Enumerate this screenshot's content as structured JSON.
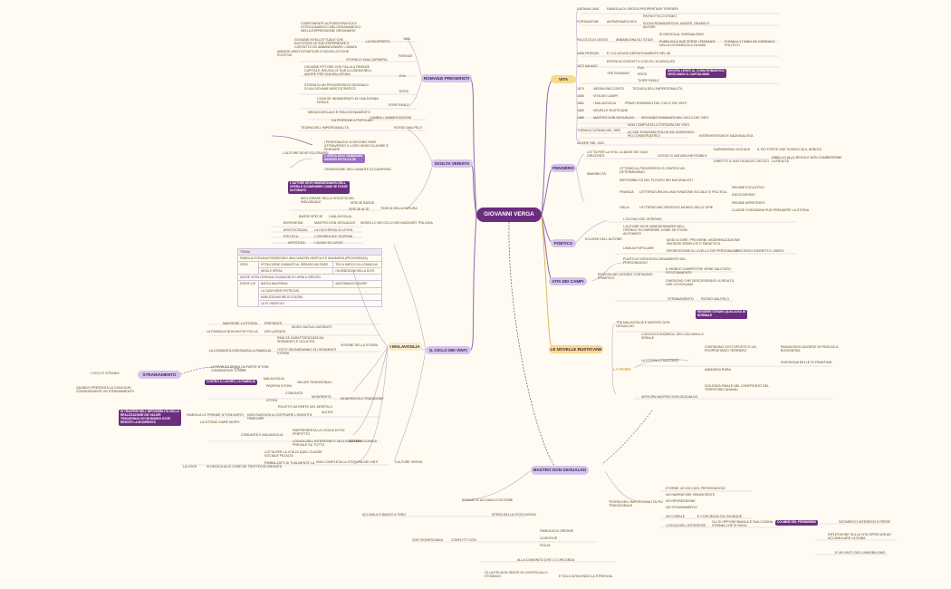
{
  "central": "GIOVANNI VERGA",
  "topics": {
    "vita": "VITA",
    "pensiero": "PENSIERO",
    "poetica": "POETICA",
    "vita_dei_campi": "VITA DEI CAMPI",
    "novelle_rusticane": "LE NOVELLE RUSTICANE",
    "la_roba": "LA ROBA",
    "mastro": "MASTRO DON GESUALDO",
    "romanzi": "ROMANZI PREVERISTI",
    "svolta": "SVOLTA VERISTA",
    "ciclo": "IL CICLO DEI VINTI",
    "malavoglia": "I MALAVOGLIA",
    "straniamento": "STRANIAMENTO"
  },
  "vita": {
    "catania": "CATANIA 1840",
    "famiglia": "FAMIGLIA DI GROSSI PROPRIETARI TERRIERI",
    "formazione": "FORMAZIONE",
    "antimonarchica": "ANTIMONARCHICA",
    "patriottico": "PATRIOTTICO ETNEO",
    "sogni": "SOGNI ROMANZESCHI, AMORE, GRANDI E\nAUTORI",
    "facolta": "FACOLTÀ DI LEGGE",
    "abbandona": "ABBANDONA GLI STUDI",
    "giornalismo": "SI DEDICA AL GIORNALISMO",
    "pubblica": "PUBBLICA A SUE SPESE I ROMANZI\nDELLA GIOVINEZZA A 16 ANNI",
    "fonda": "FONDA A 17 ANNI UN GIORNALE\nPOLITICO",
    "anni1865": "1865 FIRENZE",
    "capitale": "È COLLEGATA DEFINITIVAMENTE NEL 68",
    "milano1872": "1872 MILANO",
    "entra": "ENTRA IN CONTATTO CON GLI SCAPIGLIATI",
    "eva": "EVA",
    "tre_romanzi": "TRE ROMANZI",
    "eros": "EROS",
    "tigre": "TIGRE REALE",
    "ancora": "ANCORA LEGATI AL CLIMA ROMANTICO,\nCRITICANDO IL CAPITALISMO",
    "a1874": "1874",
    "nedda": "NEDDA RACCONTO",
    "nedda_desc": "TECNICA DELL'IMPERSONALITÀ",
    "a1880": "1880",
    "vita_campi": "VITA DEI CAMPI",
    "a1881": "1881",
    "malavoglia": "I MALAVOGLIA",
    "primo": "PRIMO ROMANZO DEL CICLO DEI VINTI",
    "a1883": "1883",
    "novelle": "NOVELLE RUSTICANE",
    "a1889": "1889",
    "mastro": "MASTRO DON GESUALDO",
    "secondo": "SECONDO ROMANZO DEL CICLO DEI VINTI",
    "torna": "TORNA A CATANIA NEL 1893",
    "completa": "NON COMPLETA LA STESURA DEI VINTI",
    "posizioni": "LE SUE POSIZIONI POLITICHE DIVENTANO\nPIÙ CONSERVATRICI",
    "interventismo": "INTERVENTISMO E NAZIONALISTA",
    "muore": "MUORE NEL 1922"
  },
  "pensiero": {
    "lotta": "LOTTA PER LA VITA, LA BASE DEI SUOI\nORIZZONTI",
    "legge": "LEGGE DI NATURA INEVITABILE",
    "darwinismo": "DARWINISMO SOCIALE",
    "piu_forte": "IL PIÙ FORTE CHE SCHIACCIA IL DEBOLE",
    "diretto": "DIRETTO IL SUO GIUDIZIO CRITICO",
    "ribellio": "RIBELLIO ALLE REGOLE NON CAMBIEREBBE\nLA REALTÀ",
    "immobilita": "IMMOBILITÀ",
    "ottismo": "OTTISMO AL PROGRESSO E CONTRO UN\nDETERMINISMO",
    "progresso": "IMPOSSIBILITÀ DEL FUTURO DEI NATURALISTI",
    "francia_label": "FRANCIA",
    "francia_desc": "LETTERATURA HA UNA FUNZIONE SOCIALE E POLITICA",
    "regime": "REGIME EVOLUTIVO",
    "ideali": "IDEOLOGISMO",
    "italia_label": "ITALIA",
    "italia_desc": "LETTERATURA VERISTA E MONDO DELLE SPIE",
    "regime2": "REGIME ARRETRATO",
    "classe": "CLASSE CONTADINA PUÒ PRENDERE LA STORIA"
  },
  "poetica": {
    "occhio": "L'OCCHIO DEL VERISMO",
    "eclisse": "ECLISSE DELL'AUTORE",
    "autore": "L'AUTORE DEVE IMMEDESIMARSI NELL\nOPERA E SCOMPARIRE COME SE FOSSE\nAUTOMATO",
    "lingua": "LINGUA POPOLARE",
    "modi": "MODI DI DIRE, PROVERBI, MODERNIZZAZIONE\nSINTASSI SEMPLICE E PARATTICA",
    "regressione": "REGRESSIONE AL LIVELLO DEI PERSONAGGI",
    "discorso": "DISCORSO INDIRETTO LIBERO",
    "punto": "PUNTO DI VISTA ESCLUSIVAMENTE DEL\nPERSONAGGIO"
  },
  "vita_campi": {
    "edizioni": "EDIZIONI DEL MONDO CONTADINO\nPRIMITIVO",
    "valori": "IL MONDO CAMPESTRE VIENE VALUTATO\nPOSITIVAMENTE",
    "realta": "CHIEDONO CHE DESCRIVENDO LA REALTÀ\nCHE LO ISOLANO",
    "rosso": "ROSSO MALPELO",
    "straniamento": "STRANIAMENTO",
    "diversi": "RENDERE STRANO QUALCOSA DI\nNORMALE"
  },
  "novelle": {
    "tre": "TRA MALAVOGLIA E MASTRO DON\nGESUALDO",
    "logica": "LOGICA ECONOMICA, DELL'ACCUMULO\nSERALE",
    "storia": "LA STORIA DI MAZZARÒ",
    "contadino": "CONTADINO SOTTOPOSTO E UN\nPROPRIETARIO TERRIERO",
    "paradosso": "PARADOSSO DA REGE IN PIEDI AD A\nBORGHESIA",
    "ammassa": "AMMASSA ROBA",
    "rassegna": "RASSEGNA DELLE DI FRANTUMI",
    "violenza": "VIOLENZA FINALE NEL CONFRONTO DEL\nTERRITORIO ANIMALI",
    "anticipa": "ANTICIPA MASTRO DON GESUALDO"
  },
  "mastro": {
    "romantic": "ROMANTIC ACCUMULO DI ROBE",
    "accumulo": "ACCUMULO BANDO A TEBO",
    "sfera": "SFERA DELLA STOCCAGGIA",
    "sgr": "SGR SIGNIFICANZA",
    "temi": "CONFLITTI CON",
    "famiglia": "FAMIGLIA DI ORIGINE",
    "moglie": "LA MOGLIE",
    "figlia": "FIGLIA",
    "alla_comunita": "ALLA COMUNITÀ CHE LO CIRCONDA",
    "gli_altri": "GLI ALTRI NON SENTE IN CONTRO ALLO\nSTOMACO",
    "e_solo": "E SOLO AVVILENDO LA STREGGIA",
    "teoria": "TEORIA DELL'IMPERSONALITÀ PIÙ\nTRADIZIONALE",
    "eterna": "ETERNE LE VOCI DEL PERSONAGGIO",
    "no_narratore": "NO NARRATORE ONNISCIENTE",
    "no_regressione": "NO REGRESSIONE",
    "no_straniamento": "NO STRANIAMENTO",
    "no_corale": "NO CORALE",
    "coscienza": "E COSCIENZA DA OVUNQUE",
    "logica": "LOGICA DELL'INTERESSE",
    "gli_si": "GLI SI OPPONE BIANCA E SUA CUGINA\nSTRANA CHE SI RAGA",
    "colmine": "COLMINE DEL PESSIMISMO",
    "sgomento": "SGOMENTO INTERESSI E PERSE",
    "riflessione": "RIFLESSIONE SULLA VITA SPRECATA AD\nACCUMULARE LA ROBA",
    "vinti": "E UN VINTO DELL'IMMOBILISMO"
  },
  "romanzi": {
    "a1866": "1866",
    "la_ricoperto": "LA RICOPERTO",
    "componente": "COMPONENTE AUTOBIOGRAFICA E\nATTEGGIAMENTO MELODRAMMATICO\nNELLA ESPRESSIONE ORIGINARIO",
    "giovane": "GIOVANE INTELLETTUALE CHE\nRACCONTA LE SUE ESPERIENZE A\nCONTATTO ED ABBANDONARE L'AMATA",
    "storia": "STORIA DI UNA CAPINERA",
    "firenze": "FIRENZE",
    "ambiente": "AMBIZIE ARISTOCRATICHE E NOVELLISTICHE\nPOSITIVE",
    "eva": "EVA",
    "giovane_pittore": "GIOVANE PITTORE CHE FALLA A FIRENZE\nCAPITALE, BRUCIA LE SUE ILLUSIONI NELL\nAMORE PER UNA BALLERINA",
    "eros": "EROS",
    "storia_eros": "STORIA DI UN PROGRESSIVO DEGRADO\nDI UN GIOVANE ARISTOCRATICO",
    "tigre": "TIGRE REALE",
    "cosa": "COSA SE INNAMORATO DI UNA DONNA\nFATALE"
  },
  "svolta": {
    "media": "MEDIA DIVELAVO E RIELEZIONAMENTO",
    "cambia": "CAMBIA L'AMBIENTAZIONE",
    "da_persone": "DA PERSONE A POPOLARI",
    "rosso": "ROSSO MALPELO",
    "teoria": "TEORIA DELL'IMPERSONALITÀ",
    "autore_deve": "L'AUTORE DEVE ECLISSARSI",
    "personaggi": "I PERSONAGGI SI DEVONO FARE\nATTRAVERSO IL LORO MODO DI AGIRE E\nPENSARE",
    "opera": "L'OPERA DEVE SEMBRARE\nESSERSI FATTA DA SÈ",
    "scrittore": "L'AUTORE DEVE IMMEDESIMARSI NELL\nOPERA E SCOMPARIRE COME SE FOSSE\nAUTOMATO",
    "ossessione": "OSSESSIONE DELL'AMANTE DI CAVAFERA",
    "migliorare": "MIGLIORARE DELLA SOCIETÀ DEL\nINDIVIDUALE",
    "specie": "SPECIE BASSE",
    "tedica": "TEDICA DELLA NATURA",
    "specie_alte": "SPECIE ALTE"
  },
  "ciclo": {
    "basse": "BASSE SPECIE",
    "malavoglia": "I MALAVOGLIA",
    "modello": "MODELLO DEI CICLO DEI MAZZARÒ TRILOGIA",
    "borghesia": "BORGHESIA",
    "mastro": "MASTRO DON GESUALDO",
    "aristocrazia": "ARISTOCRAZIA",
    "duchessa": "LA DUCHESSA DI LEYRA",
    "politica": "POLITICA",
    "onorevole": "L'ONOREVOLE SCIPIONI",
    "artistica": "ARTISTICA",
    "lusso": "L'UOMO DI LUSSO"
  },
  "malavoglia": {
    "table_title": "TRAMA",
    "row1": "FAMIGLIA TOSCANA POSSIEDONO UNA CASA DEL\nNESPOLO E UNA BARCA (PROVVIDENZA)",
    "crisi": "CRISI",
    "ntoni": "N'TONI VIENE CHIAMATO AL SERVIZIO MILITARE",
    "figli": "TEN IL BARCO IN LA FAMIGLIA",
    "negozio": "NEGA E SPESA",
    "debiti": "HA DEBOZIONI DELLA DOTE",
    "sacre": "SACRE VITEN CERCANO GUADAGNI DI LUPINI A CREDITO",
    "eventi": "EVENTI LIE",
    "barca": "BARCA NAUFRAGA",
    "bastianazzo": "BASTIANAZZO MUORE",
    "casa": "LA CASA VIENE IPOTECATA",
    "maruzza": "MARUZZA MUORE DI COLERA",
    "nespolo": "LA ID I NESPOLO",
    "mantiene": "MANTIENE LA STORIA",
    "presente": "PRESENTE",
    "modo": "MODO NUOVA LAVORATO",
    "famiglia_non": "LA FAMIGLIA NON HA PIÙ FOLLIA",
    "declassata": "DECLASSATA",
    "realta": "REALTÀ CARATTERIZZATA DA\nSEDIMENTI E CICLICITÀ",
    "fatti": "I FATTI SEGNERANNO GLI SEDIMENTI\nSTORIA",
    "comunita": "LA COMUNITÀ DISEGNATA LA FAMIGLIA",
    "visione": "VISIONE DELLA STORIA",
    "lo_svolto": "LO SVOLTO PRIMA DA PARTE N'TONI\nCONSIDERATI STRANI",
    "contro": "CONTRO IL LAVORO, LA FAMIGLIA",
    "malavoglia2": "MALAVOGLIA",
    "valori": "VALORI TRADIZIONALI",
    "padron": "PADRON N'TONI",
    "comunita2": "COMUNITÀ",
    "moderna": "MODERNITÀ",
    "ntoni2": "N'TONI",
    "progresso": "PROGRESSO",
    "ricatto": "RICATTO DA PARTE DEL NESPOLO",
    "alessi": "ALESSI",
    "modernita": "MODERNITÀ E TRADIZIONE",
    "sfondo": "SI TRASFERÌ NELL'IMPOSSIBILITÀ DELLA\nREALIZZAZIONE DEI VALORI\nTRADIZIONALI IN UN MONDO DOVE\nRESISTE LA MODERNITÀ",
    "famiglia_l": "FAMIGLIA LE PRENDE N'TONI MORTI",
    "riuscirla": "NON RIUSCIRÀ A COSTRUIRE L'IDENTITÀ\nFAMILIARE",
    "la_lunga": "LA N'TONIS ZIARE MORTI",
    "rappresenta": "RAPPRESENTA LA LOGICA DI PIÙ\nPERFETTO",
    "comunita_mal": "COMUNITÀ E MALAVOGLIA",
    "legge": "LOGICA DELL'INTERESSE E DELL'EGOISMO\nPREVALE SU TUTTO",
    "sistema": "SISTEMA CORALE",
    "lotta": "LOTTA PER LA VITA DI QUEL CLASSE\nSOCIALE PIÙ ALTA",
    "rimbalzo": "RIMBALZATO DI TUALMENTE LA\nCOMUNITÀ",
    "non_comp": "NON COMPLETA LA STESURA DEI VINTI",
    "culture": "CULTURE VERGA",
    "la_voce": "LA VOCE",
    "si_dedica": "SI DEDICA ALLE COSE DE TRATTEGG"
  },
  "straniamento": {
    "ltoce": "L'OCCI E STRANIS",
    "quando": "QUANDO PRESENTA LA CASA NON\nCONSIDERANTE UN STRANIAMENTO"
  }
}
